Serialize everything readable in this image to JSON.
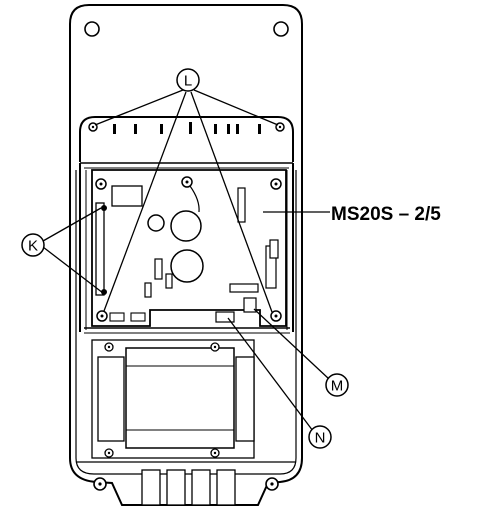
{
  "labels": {
    "model": "MS20S – 2/5",
    "L": "L",
    "K": "K",
    "M": "M",
    "N": "N"
  },
  "colors": {
    "line": "#000000",
    "background": "#ffffff"
  }
}
